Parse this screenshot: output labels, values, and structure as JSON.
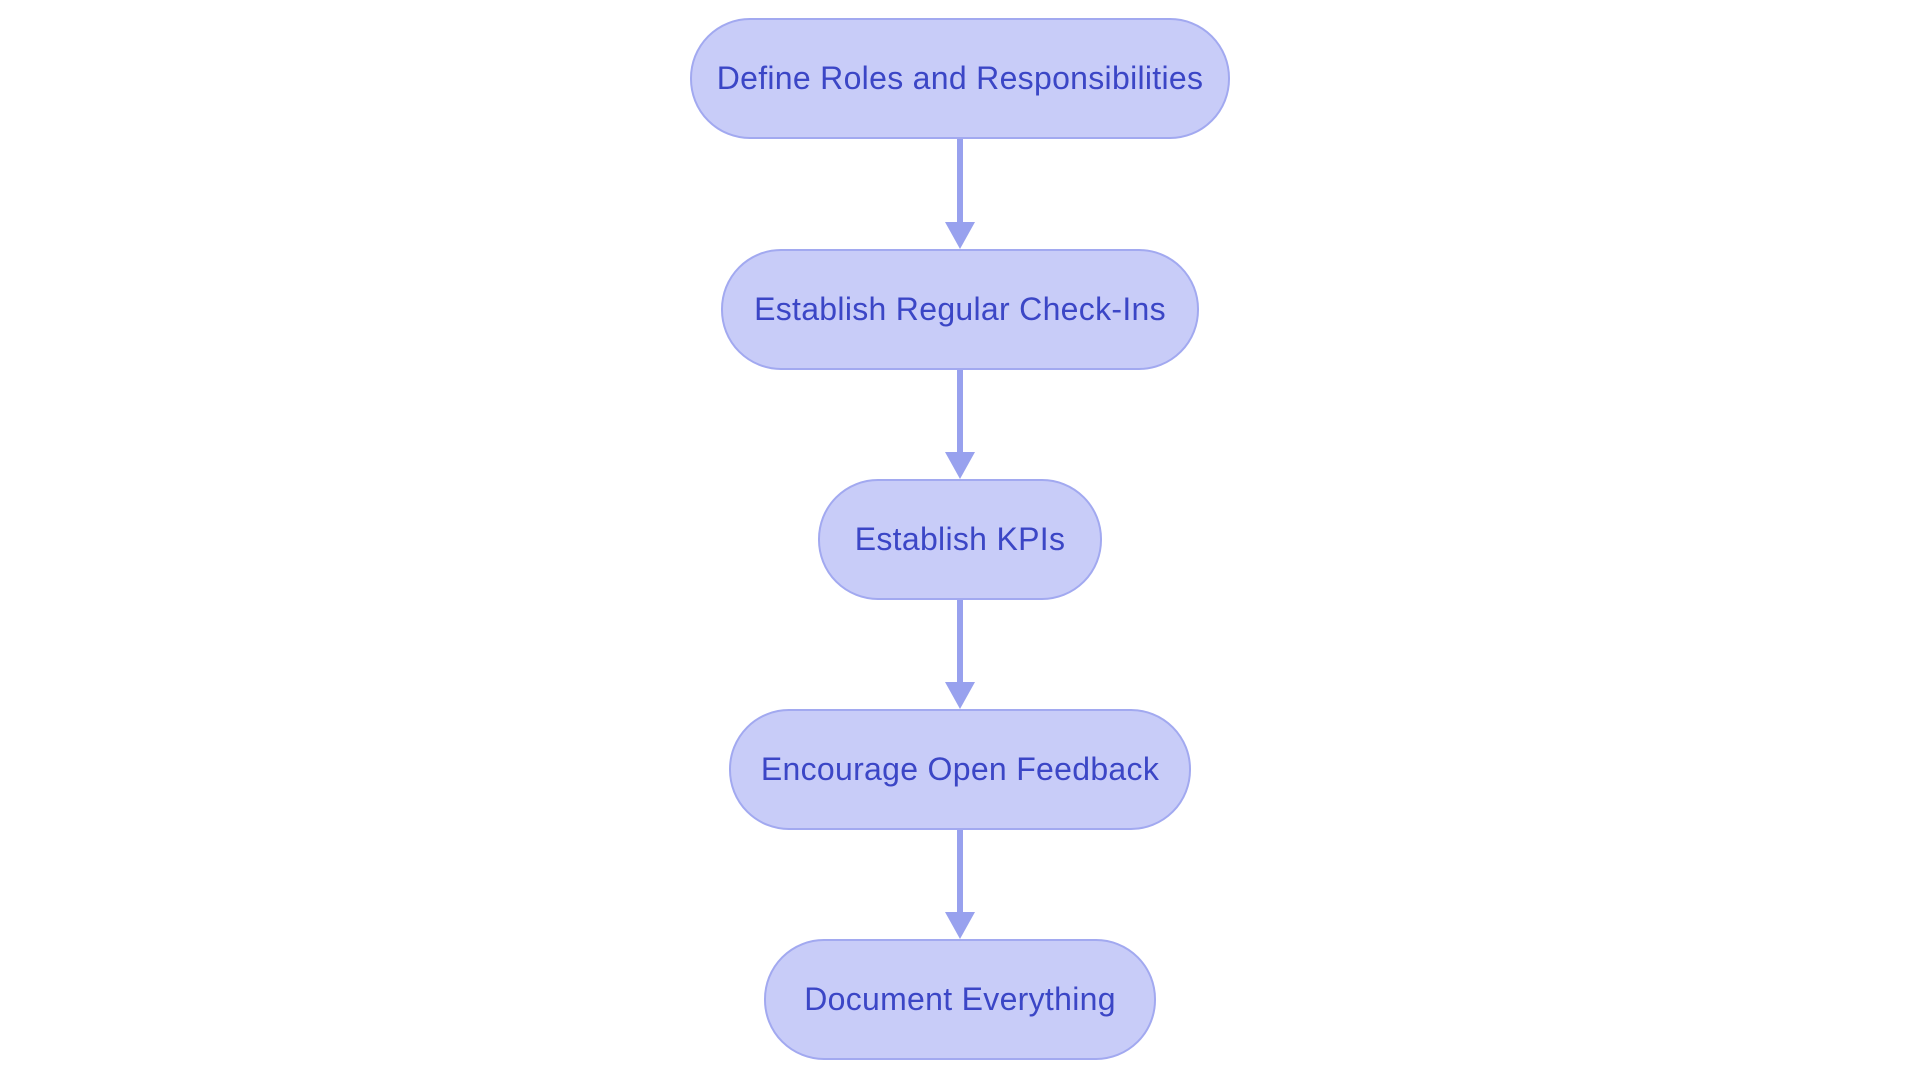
{
  "diagram": {
    "type": "flowchart",
    "direction": "top-to-bottom",
    "nodes": [
      {
        "id": "define-roles",
        "label": "Define Roles and Responsibilities"
      },
      {
        "id": "establish-check-ins",
        "label": "Establish Regular Check-Ins"
      },
      {
        "id": "establish-kpis",
        "label": "Establish KPIs"
      },
      {
        "id": "encourage-feedback",
        "label": "Encourage Open Feedback"
      },
      {
        "id": "document-everything",
        "label": "Document Everything"
      }
    ],
    "edges": [
      {
        "from": "define-roles",
        "to": "establish-check-ins"
      },
      {
        "from": "establish-check-ins",
        "to": "establish-kpis"
      },
      {
        "from": "establish-kpis",
        "to": "encourage-feedback"
      },
      {
        "from": "encourage-feedback",
        "to": "document-everything"
      }
    ],
    "colors": {
      "background": "#ffffff",
      "node_fill": "#c8ccf8",
      "node_border": "#a2a9f0",
      "node_text": "#3b46c6",
      "arrow": "#98a1ee"
    }
  }
}
